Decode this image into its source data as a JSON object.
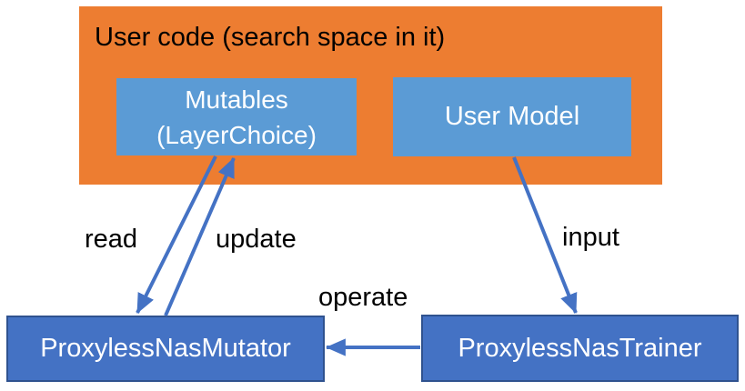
{
  "container": {
    "label": "User code (search space in it)"
  },
  "nodes": {
    "mutables": {
      "line1": "Mutables",
      "line2": "(LayerChoice)"
    },
    "user_model": {
      "label": "User Model"
    },
    "mutator": {
      "label": "ProxylessNasMutator"
    },
    "trainer": {
      "label": "ProxylessNasTrainer"
    }
  },
  "edges": {
    "read": {
      "label": "read",
      "from": "Mutables (LayerChoice)",
      "to": "ProxylessNasMutator"
    },
    "update": {
      "label": "update",
      "from": "ProxylessNasMutator",
      "to": "Mutables (LayerChoice)"
    },
    "input": {
      "label": "input",
      "from": "User Model",
      "to": "ProxylessNasTrainer"
    },
    "operate": {
      "label": "operate",
      "from": "ProxylessNasTrainer",
      "to": "ProxylessNasMutator"
    }
  },
  "colors": {
    "container_fill": "#ED7D31",
    "inner_node_fill": "#5B9BD5",
    "outer_node_fill": "#4472C4",
    "outer_node_border": "#2F528F",
    "arrow": "#4472C4",
    "node_text": "#FFFFFF",
    "label_text": "#000000",
    "page_bg": "#FFFFFF"
  }
}
